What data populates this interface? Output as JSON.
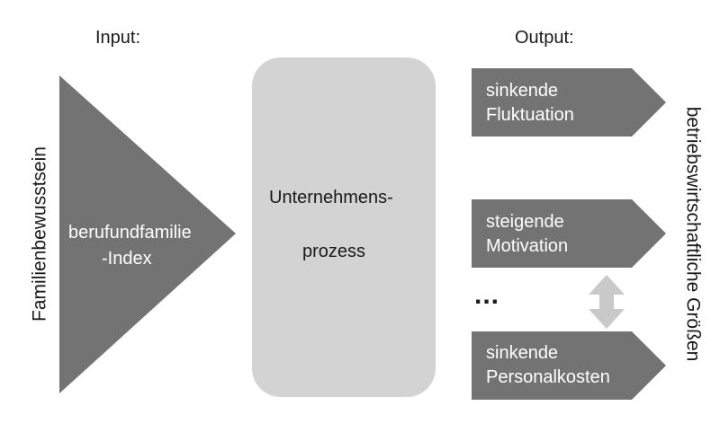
{
  "input_heading": "Input:",
  "output_heading": "Output:",
  "left_vertical_label": "Familienbewusstsein",
  "right_vertical_label": "betriebswirtschaftliche Größen",
  "input_shape": {
    "line1": "berufundfamilie",
    "line2": "-Index"
  },
  "process_box": {
    "line1": "Unternehmens-",
    "line2": "prozess"
  },
  "outputs": [
    {
      "line1": "sinkende",
      "line2": "Fluktuation"
    },
    {
      "line1": "steigende",
      "line2": "Motivation"
    },
    {
      "line1": "sinkende",
      "line2": "Personalkosten"
    }
  ],
  "ellipsis": "...",
  "colors": {
    "dark_shape": "#737373",
    "process_fill": "#d3d3d3",
    "double_arrow": "#c9c9c9",
    "text_dark": "#1a1a1a",
    "text_light": "#ffffff"
  }
}
